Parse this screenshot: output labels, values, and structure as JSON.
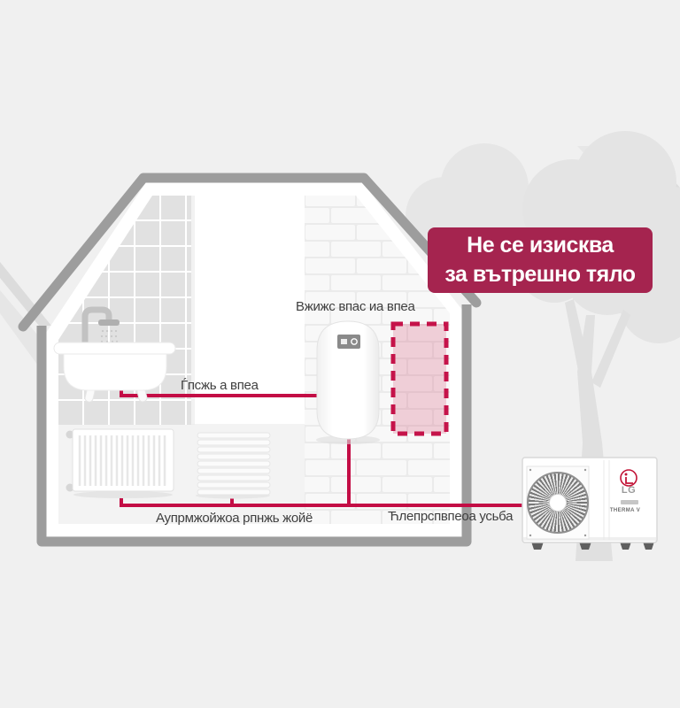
{
  "badge": {
    "line1": "Не се изисква",
    "line2": "за вътрешно тяло"
  },
  "labels": {
    "water_tank": "Вжижс впас иа впеа",
    "hot_water": "Ѓпсжь а впеа",
    "floor_heating": "Аупрмжойжоа рпнжь жойё",
    "refrigerant_pipe": "Ћлепрспвпеоа усьба"
  },
  "outdoor_unit": {
    "brand": "LG",
    "model": "THERMA V"
  },
  "colors": {
    "background": "#F0F0F0",
    "house_outline": "#9D9D9D",
    "pipe_accent": "#C30D45",
    "badge_bg": "#A5244F",
    "zone_border": "#C5134A",
    "zone_fill": "#D96080"
  }
}
